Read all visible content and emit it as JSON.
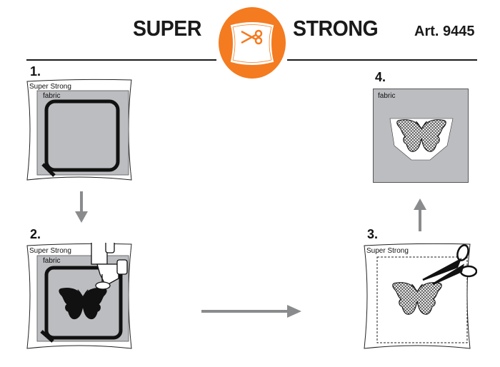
{
  "header": {
    "word1": "SUPER",
    "word2": "STRONG",
    "article": "Art. 9445"
  },
  "colors": {
    "brand": "#F47B20",
    "fabric": "#BCBDC0",
    "arrow": "#8A8B8D"
  },
  "steps": [
    {
      "number": "1.",
      "stabilizer_label": "Super Strong",
      "fabric_label": "fabric"
    },
    {
      "number": "2.",
      "stabilizer_label": "Super Strong",
      "fabric_label": "fabric"
    },
    {
      "number": "3.",
      "stabilizer_label": "Super Strong"
    },
    {
      "number": "4.",
      "fabric_label": "fabric"
    }
  ]
}
